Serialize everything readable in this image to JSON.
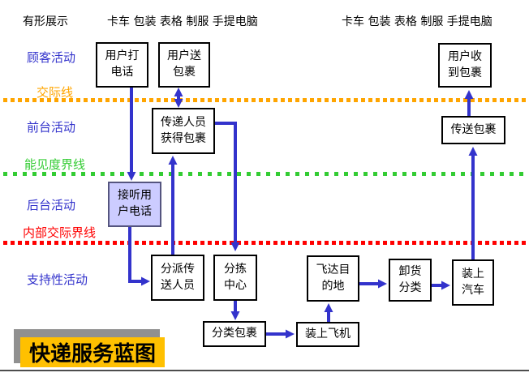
{
  "header": {
    "tangible_label": "有形展示",
    "evidence_left": "卡车 包装 表格 制服 手提电脑",
    "evidence_right": "卡车 包装 表格 制服 手提电脑"
  },
  "lane_labels": {
    "customer": "顾客活动",
    "interaction_line": "交际线",
    "frontstage": "前台活动",
    "visibility_line": "能见度界线",
    "backstage": "后台活动",
    "internal_interaction_line": "内部交际界线",
    "support": "支持性活动"
  },
  "nodes": {
    "user_call": "用户打\n电话",
    "user_send": "用户送\n包裹",
    "user_receive": "用户收\n到包裹",
    "courier_get": "传递人员\n获得包裹",
    "deliver_parcel": "传送包裹",
    "answer_call": "接听用\n户电话",
    "dispatch": "分派传\n送人员",
    "sort_center": "分拣\n中心",
    "fly_dest": "飞达目\n的地",
    "unload_sort": "卸货\n分类",
    "load_truck": "装上\n汽车",
    "sort_parcel": "分类包裹",
    "load_plane": "装上飞机"
  },
  "title_banner": {
    "text": "快递服务蓝图"
  },
  "colors": {
    "arrow_blue": "#3333CC",
    "lane_label_blue": "#3333CC",
    "interaction_orange": "#FFA500",
    "visibility_green": "#33CC33",
    "internal_red": "#FF0000",
    "highlight_fill": "#CCCCFF",
    "banner_yellow": "#FFC000",
    "banner_shadow": "#909090"
  }
}
